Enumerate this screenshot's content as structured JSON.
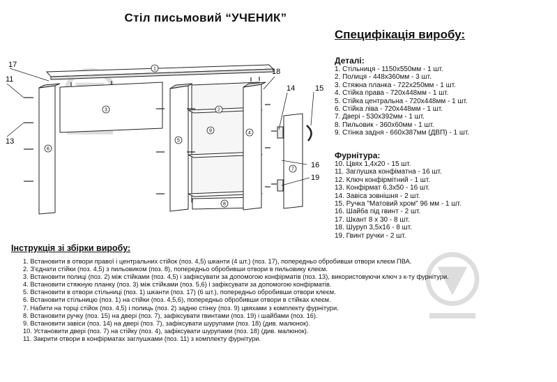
{
  "title": "Стіл письмовий “УЧЕНИК”",
  "spec_title": "Специфікація виробу:",
  "parts_heading": "Деталі:",
  "parts": [
    "1. Стільниця - 1150х550мм - 1 шт.",
    "2. Полиця - 448х360мм - 3 шт.",
    "3. Стяжна планка - 722х250мм - 1 шт.",
    "4. Стійка права - 720х448мм - 1 шт.",
    "5. Стійка центральна - 720х448мм - 1 шт.",
    "6. Стійка ліва - 720х448мм - 1 шт.",
    "7. Двері - 530х392мм - 1 шт.",
    "8. Пильовик - 360х60мм - 1 шт.",
    "9. Стінка задня - 660х387мм (ДВП) - 1 шт."
  ],
  "hardware_heading": "Фурнітура:",
  "hardware": [
    "10. Цвях 1,4х20 - 15 шт.",
    "11. Заглушка конфіматна - 16 шт.",
    "12. Ключ конфірмітний - 1 шт.",
    "13. Конфірмат 6,3х50 - 16 шт.",
    "14. Завіса зовнішня - 2 шт.",
    "15. Ручка \"Матовий хром\" 96 мм - 1 шт.",
    "16. Шайба під гвинт - 2 шт.",
    "17. Шкант 8 х 30 - 8 шт.",
    "18. Шуруп 3,5х16 - 8 шт.",
    "19. Гвинт ручки - 2 шт."
  ],
  "instructions_heading": "Інструкція зі збірки виробу:",
  "instructions": [
    "1. Встановити в отвори правої і центральних стійок (поз. 4,5) шканти (4 шт.) (поз. 17), попередньо обробивши отвори клеєм ПВА.",
    "2. З'єднати стійки (поз. 4,5) з пильовиком (поз. 8), попередньо обробивши отвори в пильовику клеєм.",
    "3. Встановити полиці (поз. 2) між стійками (поз. 4,5) і зафіксувати за допомогою конфірматів (поз. 13), використовуючи ключ з к-ту фурнітури.",
    "4. Встановити стяжную планку (поз. 3) між стійками (поз. 5,6) і зафіксувати за допомогою конфірматів.",
    "5. Встановити в отвори стільниці (поз. 1) шканти (поз. 17) (6 шт.), попередньо обробивши отвори клеєм.",
    "6. Встановити стільницю (поз. 1) на стійки (поз. 4,5,6), попередньо обробивши отвори в стійках клеєм.",
    "7. Набити на торці стійок (поз. 4,5) і полиць (поз. 2) задню стінку (поз. 9) цвяхами з комплекту фурнітури.",
    "8. Встановити ручку (поз. 15) на двері (поз. 7), зафіксувати гвинтами (поз. 19) і шайбами (поз. 16).",
    "9. Встановити завіси (поз. 14) на двері (поз. 7), зафіксувати шурупами (поз. 18) (див. малюнок).",
    "10. Установити двері (поз. 7) на стійку (поз. 4), зафіксувати шурупами (поз. 18) (див. малюнок).",
    "11. Закрити отвори в конфірматах заглушками (поз. 11) з комплекту фурнітури."
  ],
  "callouts": {
    "c17": "17",
    "c11": "11",
    "c13": "13",
    "c18": "18",
    "c14": "14",
    "c15": "15",
    "c16": "16",
    "c19": "19"
  },
  "part_markers": {
    "p1": "1",
    "p2": "2",
    "p3": "3",
    "p4": "4",
    "p5": "5",
    "p6": "6",
    "p7": "7",
    "p8": "8",
    "p9": "9"
  }
}
